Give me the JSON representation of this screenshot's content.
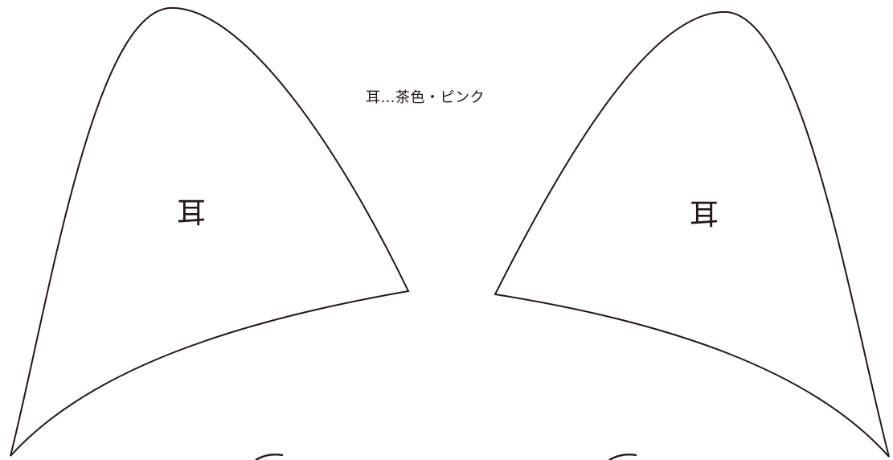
{
  "heading": "耳…茶色・ピンク",
  "pieces": {
    "left_ear_label": "耳",
    "right_ear_label": "耳"
  },
  "colors": {
    "outline": "#231815",
    "background": "#ffffff"
  }
}
